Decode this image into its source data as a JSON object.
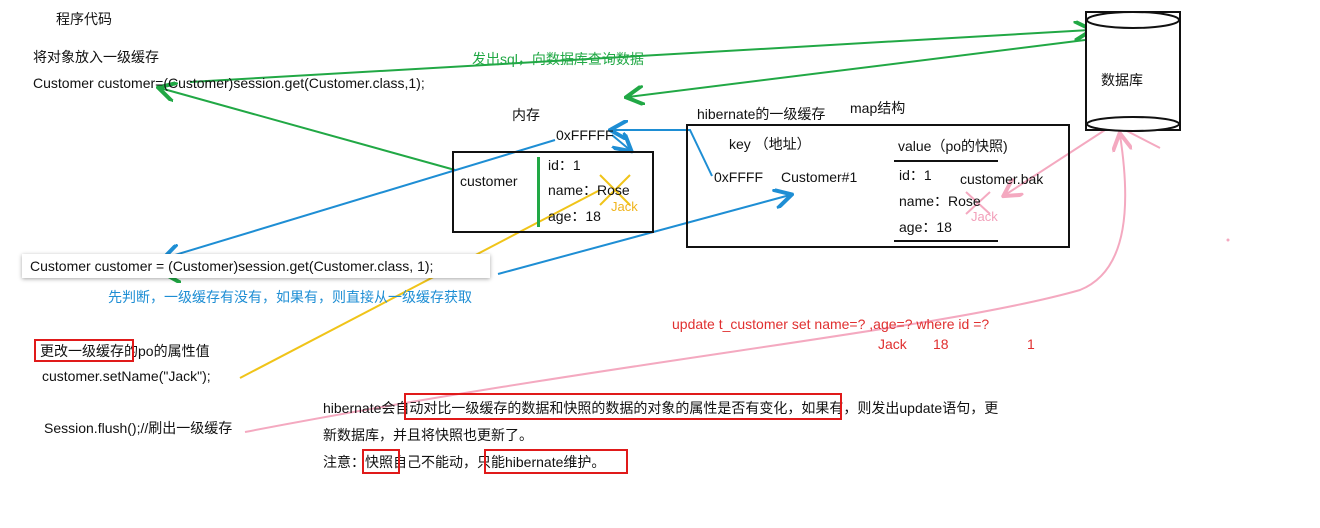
{
  "program": {
    "title": "程序代码",
    "put_cache_label": "将对象放入一级缓存",
    "code_get_1": "Customer customer=(Customer)session.get(Customer.class,1);",
    "code_get_2": "Customer customer = (Customer)session.get(Customer.class, 1);",
    "modify_prefix": "更改一级缓存",
    "modify_suffix": "的po的属性值",
    "set_name": "customer.setName(\"Jack\");",
    "flush": "Session.flush();//刷出一级缓存"
  },
  "arrows": {
    "send_sql": "发出sql，向数据库查询数据",
    "check_cache": "先判断，一级缓存有没有，如果有，则直接从一级缓存获取"
  },
  "memory": {
    "title": "内存",
    "address": "0xFFFFF",
    "object_name": "customer",
    "fields": [
      "id：1",
      "name：Rose",
      "age：18"
    ],
    "changed_name": "Jack"
  },
  "cache": {
    "title": "hibernate的一级缓存",
    "map_label": "map结构",
    "key_header": "key （地址）",
    "value_header": "value（po的快照)",
    "key": "0xFFFF",
    "entry_label": "Customer#1",
    "fields": [
      "id：1",
      "name：Rose",
      "age：18"
    ],
    "snapshot": "customer.bak",
    "changed_name": "Jack"
  },
  "database": {
    "label": "数据库"
  },
  "sql": {
    "statement": "update t_customer set name=? ,age=? where id =?",
    "params": [
      "Jack",
      "18",
      "1"
    ]
  },
  "explanation": {
    "line1_prefix": "hibernate会",
    "line1_highlight": "自动对比一级缓存的数据和快照的数据的对象的属性是否有变化，",
    "line1_suffix": "如果有，则发出update语句，更",
    "line2": "新数据库，并且将快照也更新了。",
    "note_prefix": "注意：",
    "note_highlight1": "快照",
    "note_middle": "自己不能动，",
    "note_highlight2": "只能hibernate维护。"
  },
  "colors": {
    "green": "#21a845",
    "blue": "#1e8ed4",
    "orange": "#f0c419",
    "pink": "#f4a9c0",
    "red": "#e01a1a"
  }
}
